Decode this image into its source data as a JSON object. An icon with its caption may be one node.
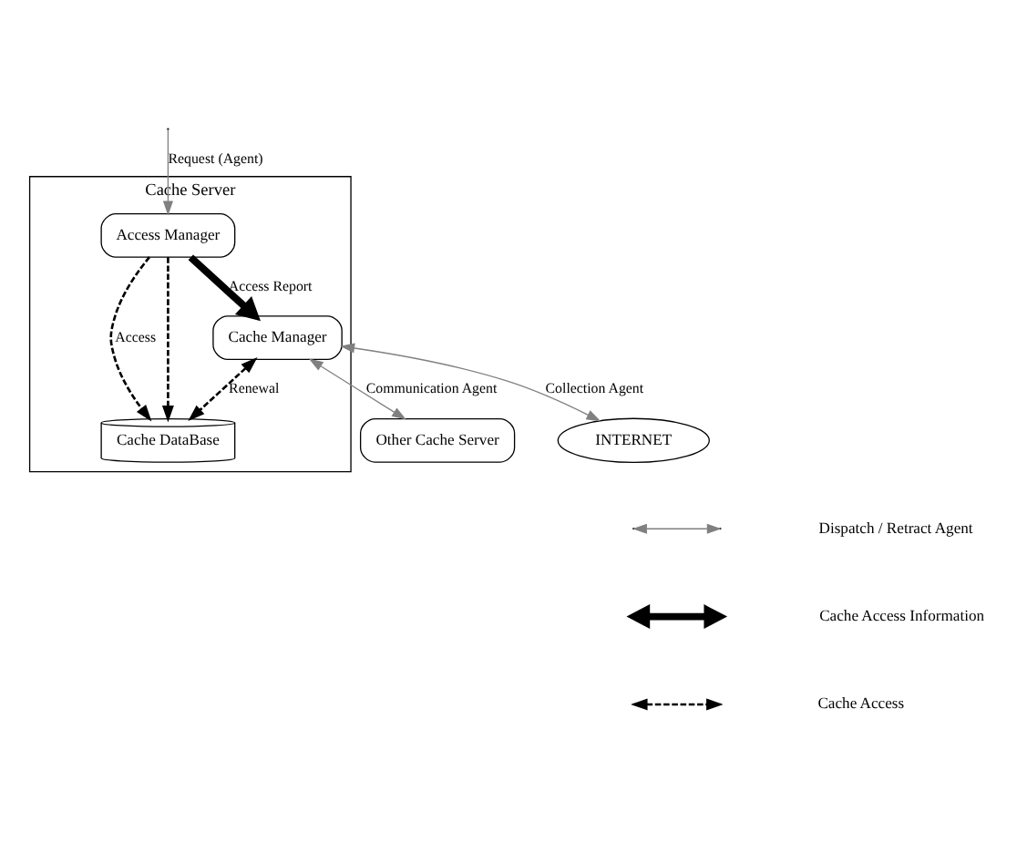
{
  "diagram": {
    "nodes": [
      {
        "text": [
          "Cache Server"
        ]
      },
      {
        "text": [
          "Access Manager"
        ],
        "in": 0
      },
      {
        "text": [
          "Cache DataBase"
        ],
        "in": 0
      },
      {
        "text": [
          "Cache Manager"
        ],
        "in": 0
      },
      {
        "text": [
          "Other Cache Server"
        ]
      },
      {
        "text": [
          "INTERNET"
        ]
      }
    ],
    "edges": [
      {
        "from": null,
        "to": 1,
        "arrow": "to",
        "label": "Request (Agent)",
        "color": "#808080"
      },
      {
        "from": 1,
        "to": 2,
        "arrow": "to",
        "label": "Access",
        "style": "dashed"
      },
      {
        "from": 1,
        "to": 2,
        "arrow": "to",
        "style": "dashed"
      },
      {
        "from": 1,
        "to": 3,
        "arrow": "to",
        "label": "Access Report",
        "style": "thick"
      },
      {
        "from": 3,
        "to": 2,
        "arrow": "both",
        "label": "Renewal",
        "style": "dashed"
      },
      {
        "from": 3,
        "to": 4,
        "arrow": "both",
        "label": "Communication Agent",
        "color": "#808080"
      },
      {
        "from": 3,
        "to": 5,
        "arrow": "both",
        "label": "Collection Agent",
        "color": "#808080"
      }
    ],
    "legend": [
      {
        "text": "Dispatch / Retract Agent"
      },
      {
        "text": "Cache Access Information"
      },
      {
        "text": "Cache Access"
      }
    ]
  }
}
